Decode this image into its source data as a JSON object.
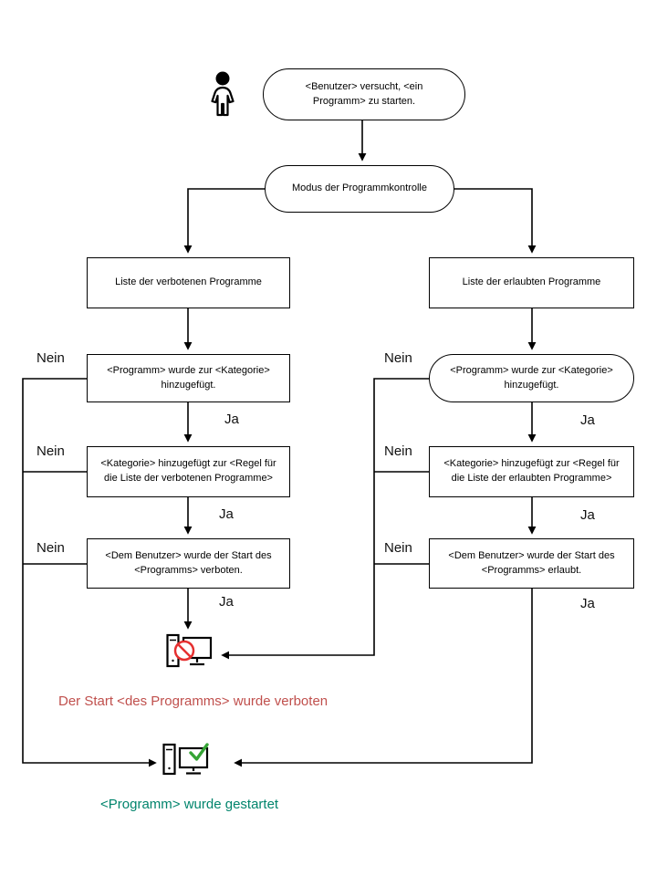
{
  "labels": {
    "yes": "Ja",
    "no": "Nein"
  },
  "nodes": {
    "start": "<Benutzer>  versucht,  <ein Programm>  zu starten.",
    "mode": "Modus der Programmkontrolle",
    "deny_list": "Liste der verbotenen Programme",
    "deny_added": "<Programm>  wurde zur <Kategorie> hinzugefügt.",
    "deny_rule": "<Kategorie> hinzugefügt zur <Regel  für die Liste der verbotenen Programme>",
    "deny_user": "<Dem  Benutzer>  wurde der Start des <Programms>  verboten.",
    "allow_list": "Liste der erlaubten Programme",
    "allow_added": "<Programm>  wurde zur <Kategorie> hinzugefügt.",
    "allow_rule": "<Kategorie> hinzugefügt zur <Regel  für die Liste der erlaubten Programme>",
    "allow_user": "<Dem  Benutzer> wurde der Start des <Programms>  erlaubt."
  },
  "results": {
    "denied": "Der Start <des Programms> wurde verboten",
    "started": "<Programm>  wurde gestartet"
  },
  "colors": {
    "denied_text": "#c0504d",
    "started_text": "#00846c",
    "prohibit_sign": "#e53030",
    "check_sign": "#35a435",
    "line": "#000000"
  },
  "icons": {
    "user": "user-icon",
    "blocked": "computer-blocked-icon",
    "started": "computer-started-icon"
  }
}
